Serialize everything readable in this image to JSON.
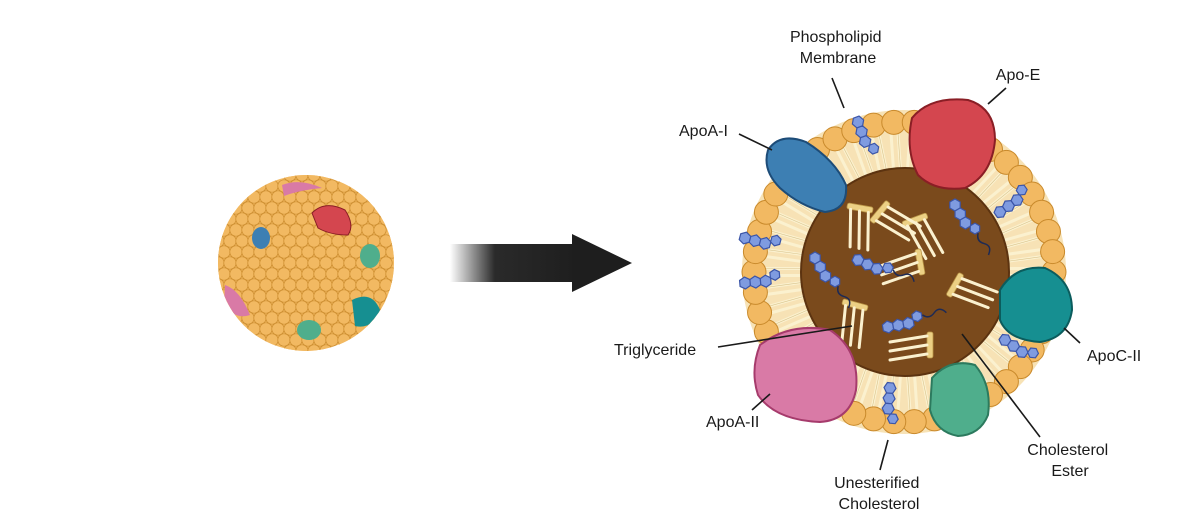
{
  "labels": {
    "phospholipid": [
      "Phospholipid",
      "Membrane"
    ],
    "apoE": "Apo-E",
    "apoAI": "ApoA-I",
    "apoCII": "ApoC-II",
    "triglyceride": "Triglyceride",
    "apoAII": "ApoA-II",
    "cholesterolEster": [
      "Cholesterol",
      "Ester"
    ],
    "unesterified": [
      "Unesterified",
      "Cholesterol"
    ]
  },
  "colors": {
    "phospholipid_head": "#f2b962",
    "phospholipid_head_stroke": "#c98a2c",
    "tail": "#fbf1cf",
    "core": "#7a4a1c",
    "core_stroke": "#5c3310",
    "cholesterol": "#7f9be0",
    "cholesterol_stroke": "#3b55a8",
    "apoE": "#d4464f",
    "apoAI": "#3d7fb3",
    "apoCII": "#168f91",
    "apoAII": "#d97aa6",
    "apoC_green": "#4fae8c",
    "arrow": "#1e1e1e"
  },
  "icons": [
    "lipoprotein-sphere-icon",
    "arrow-right-icon",
    "lipoprotein-cross-section-icon"
  ]
}
